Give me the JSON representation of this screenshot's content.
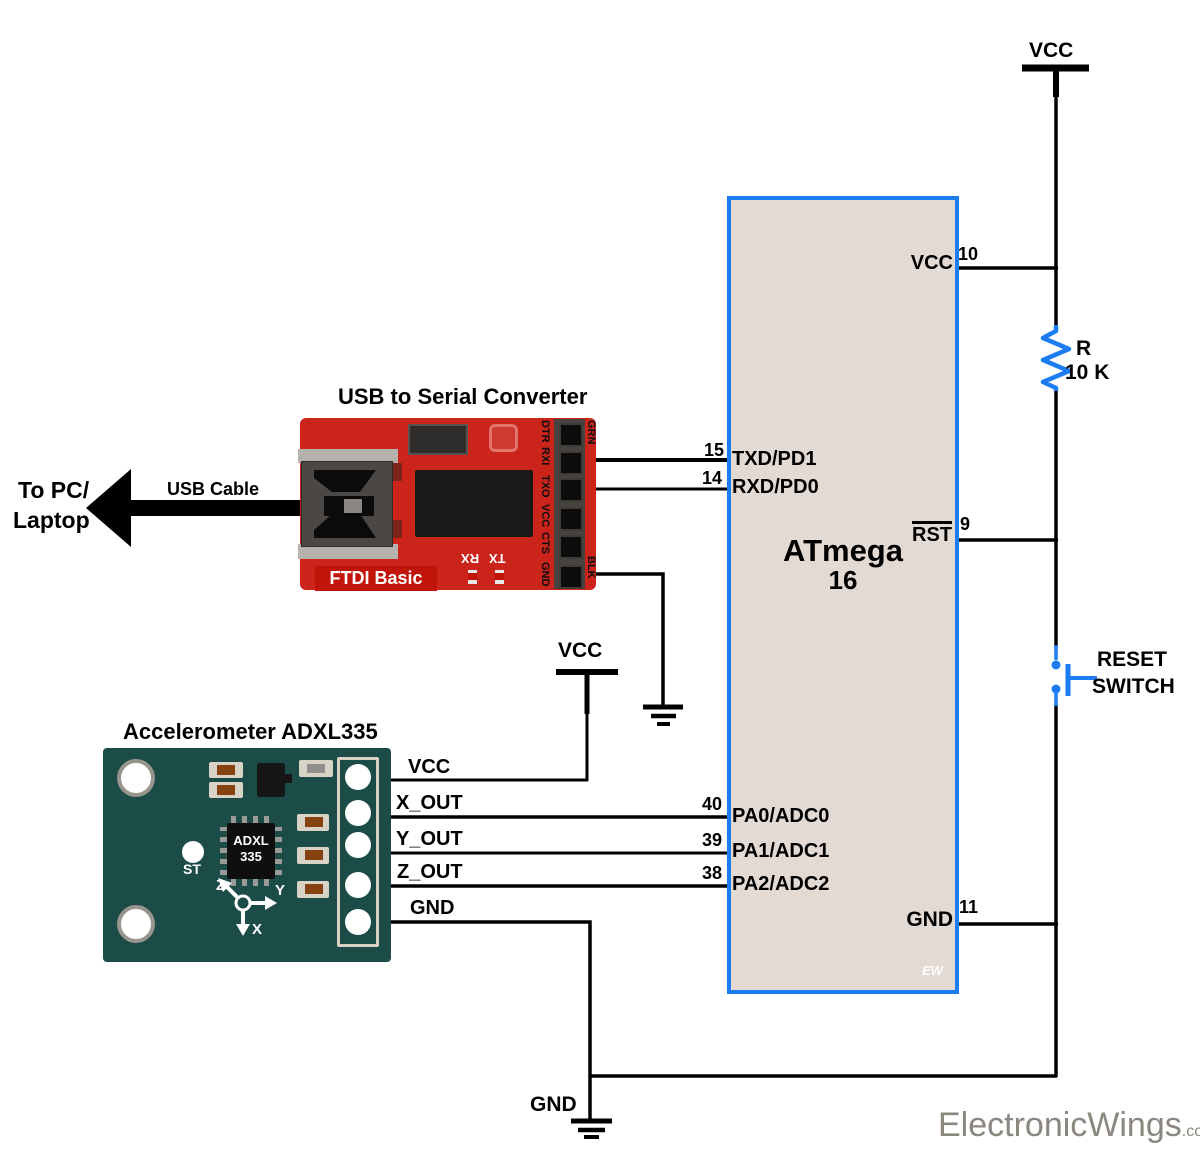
{
  "ftdi": {
    "title": "USB to Serial Converter",
    "board_label": "FTDI Basic",
    "pin_labels": [
      "DTR",
      "RXI",
      "TXO",
      "VCC",
      "CTS",
      "GND"
    ],
    "wire_top_label": "GRN",
    "wire_bottom_label": "BLK",
    "silk_rx": "RX",
    "silk_tx": "TX"
  },
  "pc": {
    "line1": "To PC/",
    "line2": "Laptop",
    "cable_label": "USB Cable"
  },
  "accelerometer": {
    "title": "Accelerometer ADXL335",
    "chip_line1": "ADXL",
    "chip_line2": "335",
    "st_label": "ST",
    "axis_x": "X",
    "axis_y": "Y",
    "axis_z": "Z",
    "pin_vcc": "VCC",
    "pin_x": "X_OUT",
    "pin_y": "Y_OUT",
    "pin_z": "Z_OUT",
    "pin_gnd": "GND"
  },
  "atmega": {
    "name": "ATmega",
    "number": "16",
    "corner_watermark": "EW",
    "pin_vcc": {
      "label": "VCC",
      "number": "10"
    },
    "pin_rst": {
      "label": "RST",
      "number": "9"
    },
    "pin_gnd": {
      "label": "GND",
      "number": "11"
    },
    "pin_txd": {
      "label": "TXD/PD1",
      "number": "15"
    },
    "pin_rxd": {
      "label": "RXD/PD0",
      "number": "14"
    },
    "pin_pa0": {
      "label": "PA0/ADC0",
      "number": "40"
    },
    "pin_pa1": {
      "label": "PA1/ADC1",
      "number": "39"
    },
    "pin_pa2": {
      "label": "PA2/ADC2",
      "number": "38"
    }
  },
  "power": {
    "vcc_top": "VCC",
    "vcc_mid": "VCC",
    "gnd_bottom": "GND",
    "resistor_ref": "R",
    "resistor_value": "10 K",
    "reset_line1": "RESET",
    "reset_line2": "SWITCH"
  },
  "watermark": {
    "main": "ElectronicWings",
    "suffix": ".com"
  },
  "colors": {
    "wire_black": "#000000",
    "accent_blue": "#1C7DF2",
    "board_red": "#CB241B",
    "banner_red": "#C2150A",
    "board_teal": "#1B4C47",
    "atmega_fill": "#E3DAD4",
    "watermark_gray": "#8B867F"
  }
}
